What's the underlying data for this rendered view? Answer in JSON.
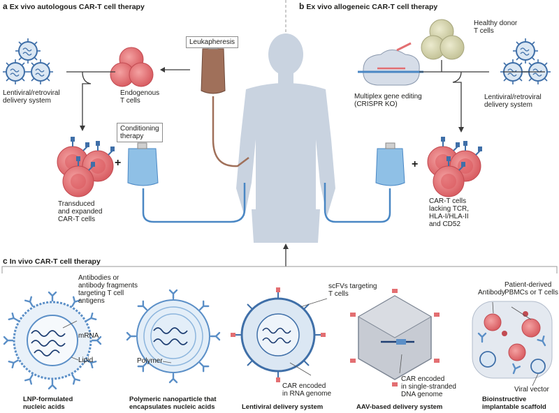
{
  "sections": {
    "a": {
      "letter": "a",
      "title": "Ex vivo autologous CAR-T cell therapy"
    },
    "b": {
      "letter": "b",
      "title": "Ex vivo allogeneic CAR-T cell therapy"
    },
    "c": {
      "letter": "c",
      "title": "In vivo CAR-T cell therapy"
    }
  },
  "panel_a": {
    "lentiviral": [
      "Lentiviral/retroviral",
      "delivery system"
    ],
    "endogenous": [
      "Endogenous",
      "T cells"
    ],
    "leukapheresis": "Leukapheresis",
    "conditioning": [
      "Conditioning",
      "therapy"
    ],
    "transduced": [
      "Transduced",
      "and expanded",
      "CAR-T cells"
    ],
    "plus": "+"
  },
  "panel_b": {
    "healthy_donor": [
      "Healthy donor",
      "T cells"
    ],
    "gene_editing": [
      "Multiplex gene editing",
      "(CRISPR KO)"
    ],
    "lentiviral": [
      "Lentiviral/retroviral",
      "delivery system"
    ],
    "car_t_lacking": [
      "CAR-T cells",
      "lacking TCR,",
      "HLA-I/HLA-II",
      "and CD52"
    ],
    "plus": "+"
  },
  "panel_c": {
    "lnp": {
      "antibodies": [
        "Antibodies or",
        "antibody fragments",
        "targeting T cell",
        "antigens"
      ],
      "mrna": "mRNA",
      "lipid": "Lipid",
      "caption": [
        "LNP-formulated",
        "nucleic acids"
      ]
    },
    "polymeric": {
      "polymer": "Polymer",
      "caption": [
        "Polymeric nanoparticle that",
        "encapsulates nucleic acids"
      ]
    },
    "lentiviral": {
      "scfv": [
        "scFVs targeting",
        "T cells"
      ],
      "car_rna": [
        "CAR encoded",
        "in RNA genome"
      ],
      "caption": "Lentiviral delivery system"
    },
    "aav": {
      "car_dna": [
        "CAR encoded",
        "in single-stranded",
        "DNA genome"
      ],
      "caption": "AAV-based delivery system"
    },
    "scaffold": {
      "antibody": "Antibody",
      "pbmc": [
        "Patient-derived",
        "PBMCs or T cells"
      ],
      "viral_vector": "Viral vector",
      "caption": [
        "Bioinstructive",
        "implantable scaffold"
      ]
    }
  },
  "colors": {
    "tcell_red": "#e36f72",
    "donor_cell": "#d8d7b0",
    "body_silhouette": "#c9d3e0",
    "iv_blue": "#7fb3dc",
    "line_blue": "#4a87c4",
    "leuka_brown": "#a0705a",
    "virus_blue": "#3f6fa8"
  }
}
